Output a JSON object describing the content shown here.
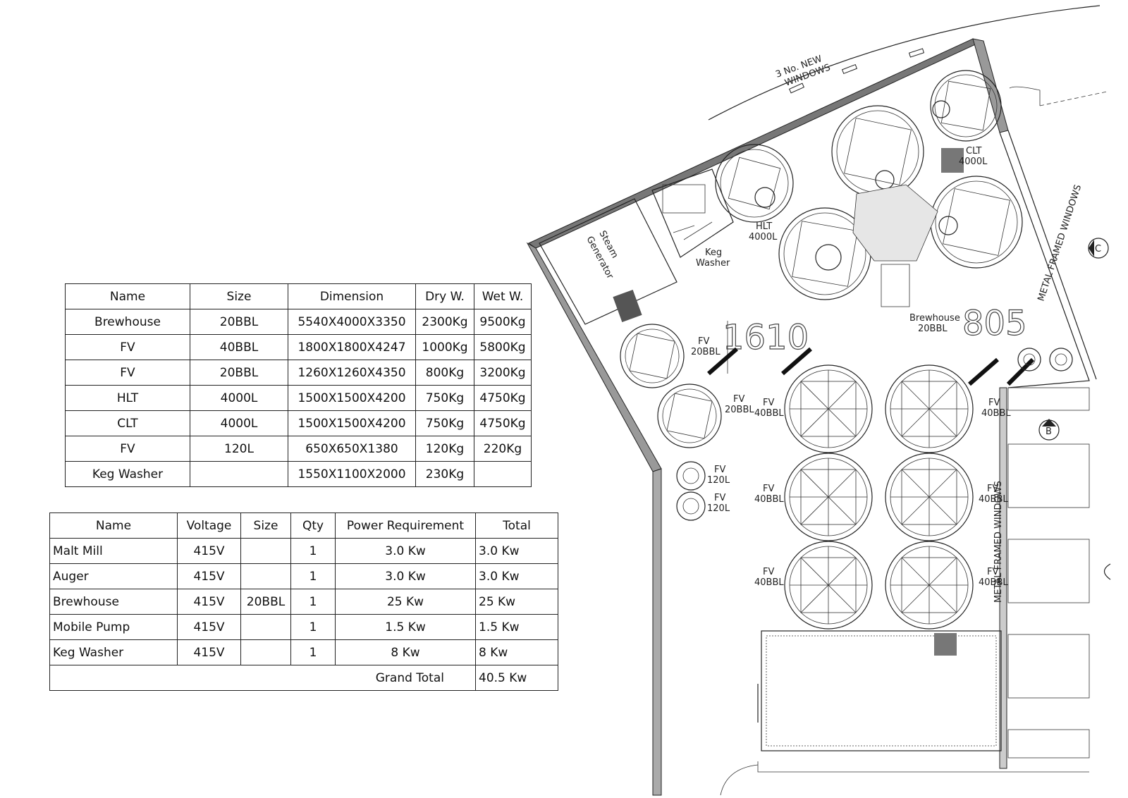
{
  "equipment_table": {
    "headers": [
      "Name",
      "Size",
      "Dimension",
      "Dry W.",
      "Wet W."
    ],
    "rows": [
      [
        "Brewhouse",
        "20BBL",
        "5540X4000X3350",
        "2300Kg",
        "9500Kg"
      ],
      [
        "FV",
        "40BBL",
        "1800X1800X4247",
        "1000Kg",
        "5800Kg"
      ],
      [
        "FV",
        "20BBL",
        "1260X1260X4350",
        "800Kg",
        "3200Kg"
      ],
      [
        "HLT",
        "4000L",
        "1500X1500X4200",
        "750Kg",
        "4750Kg"
      ],
      [
        "CLT",
        "4000L",
        "1500X1500X4200",
        "750Kg",
        "4750Kg"
      ],
      [
        "FV",
        "120L",
        "650X650X1380",
        "120Kg",
        "220Kg"
      ],
      [
        "Keg Washer",
        "",
        "1550X1100X2000",
        "230Kg",
        ""
      ]
    ]
  },
  "power_table": {
    "headers": [
      "Name",
      "Voltage",
      "Size",
      "Qty",
      "Power Requirement",
      "Total"
    ],
    "rows": [
      [
        "Malt Mill",
        "415V",
        "",
        "1",
        "3.0 Kw",
        "3.0 Kw"
      ],
      [
        "Auger",
        "415V",
        "",
        "1",
        "3.0 Kw",
        "3.0 Kw"
      ],
      [
        "Brewhouse",
        "415V",
        "20BBL",
        "1",
        "25 Kw",
        "25 Kw"
      ],
      [
        "Mobile Pump",
        "415V",
        "",
        "1",
        "1.5 Kw",
        "1.5 Kw"
      ],
      [
        "Keg Washer",
        "415V",
        "",
        "1",
        "8 Kw",
        "8 Kw"
      ]
    ],
    "grand_total_label": "Grand Total",
    "grand_total_value": "40.5 Kw"
  },
  "plan": {
    "windows_note": [
      "3 No. NEW",
      "WINDOWS"
    ],
    "steam_generator": [
      "Steam",
      "Generator"
    ],
    "keg_washer": [
      "Keg",
      "Washer"
    ],
    "hlt": [
      "HLT",
      "4000L"
    ],
    "clt": [
      "CLT",
      "4000L"
    ],
    "brewhouse": [
      "Brewhouse",
      "20BBL"
    ],
    "dim_1610": "1610",
    "dim_805": "805",
    "metal_windows_1": "METAL FRAMED WINDOWS",
    "metal_windows_2": "METAL FRAMED WINDOWS",
    "fv20_a": [
      "FV",
      "20BBL"
    ],
    "fv20_b": [
      "FV",
      "20BBL"
    ],
    "fv120_a": [
      "FV",
      "120L"
    ],
    "fv120_b": [
      "FV",
      "120L"
    ],
    "fv40_1": [
      "FV",
      "40BBL"
    ],
    "fv40_2": [
      "FV",
      "40BBL"
    ],
    "fv40_3": [
      "FV",
      "40BBL"
    ],
    "fv40_4": [
      "FV",
      "40BBL"
    ],
    "fv40_5": [
      "FV",
      "40BBL"
    ],
    "fv40_6": [
      "FV",
      "40BBL"
    ],
    "marker_b": "B",
    "marker_c": "C"
  }
}
